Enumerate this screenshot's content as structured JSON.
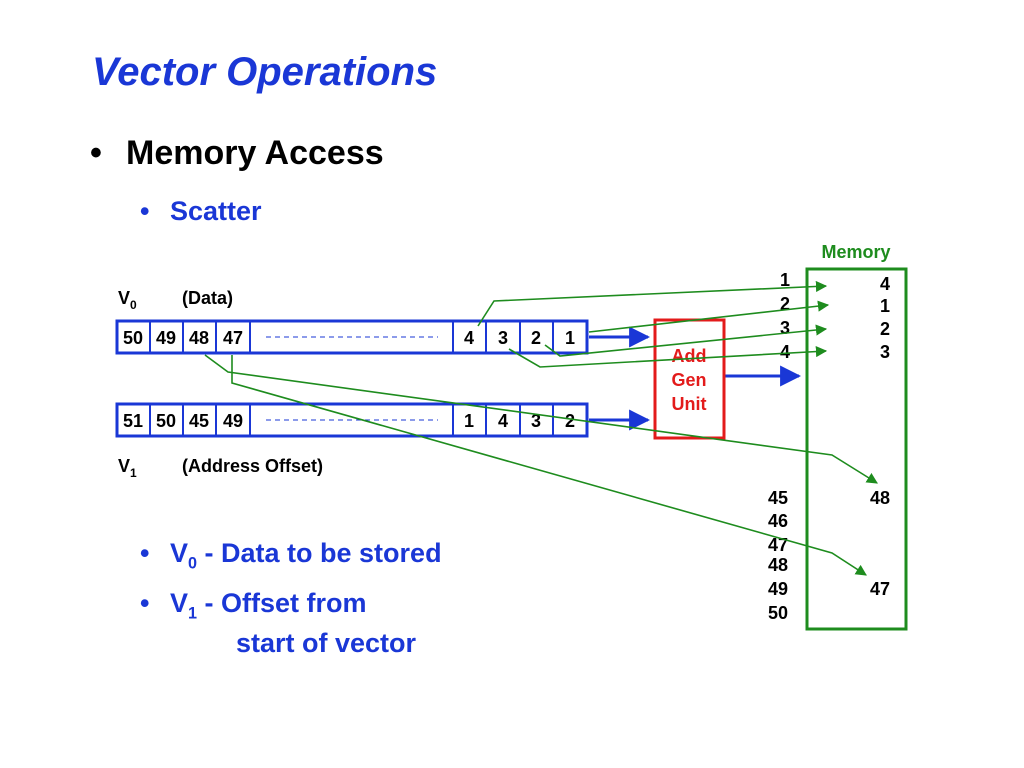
{
  "slide": {
    "title": "Vector Operations",
    "bullet1": "Memory Access",
    "bullet2": "Scatter",
    "v0_desc_sub": "0",
    "v0_desc_text": " - Data to be stored",
    "v1_desc_sub": "1",
    "v1_desc_line1": " - Offset from",
    "v1_desc_line2": "start of vector",
    "v_letter": "V",
    "bullet_glyph": "•"
  },
  "diagram": {
    "v0_label_sub": "0",
    "v0_caption": "(Data)",
    "v1_label_sub": "1",
    "v1_caption": "(Address Offset)",
    "v0_left_cells": [
      "50",
      "49",
      "48",
      "47"
    ],
    "v0_right_cells": [
      "4",
      "3",
      "2",
      "1"
    ],
    "v1_left_cells": [
      "51",
      "50",
      "45",
      "49"
    ],
    "v1_right_cells": [
      "1",
      "4",
      "3",
      "2"
    ],
    "add_gen_lines": [
      "Add",
      "Gen",
      "Unit"
    ],
    "memory_title": "Memory",
    "memory_top_addresses": [
      "1",
      "2",
      "3",
      "4"
    ],
    "memory_top_values": [
      "4",
      "1",
      "2",
      "3"
    ],
    "memory_bottom_addresses": [
      "45",
      "46",
      "47",
      "48",
      "49",
      "50"
    ],
    "memory_value_48": "48",
    "memory_value_47": "47",
    "colors": {
      "blue": "#1a37d6",
      "green": "#1e8c1e",
      "red": "#e31b1b"
    }
  }
}
